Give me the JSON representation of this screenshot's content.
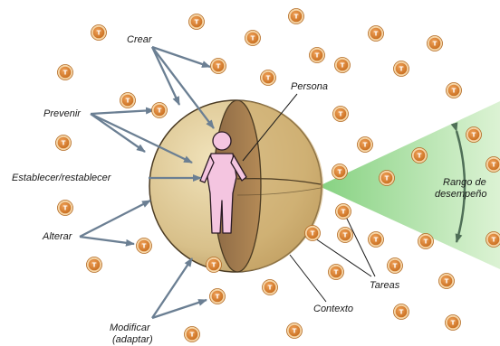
{
  "labels": {
    "crear": "Crear",
    "prevenir": "Prevenir",
    "establecer": "Establecer/restablecer",
    "alterar": "Alterar",
    "modificar_1": "Modificar",
    "modificar_2": "(adaptar)",
    "persona": "Persona",
    "contexto": "Contexto",
    "tareas": "Tareas",
    "rango_1": "Rango de",
    "rango_2": "desempeño"
  },
  "token_letter": "T",
  "colors": {
    "token_fill": "#d9822b",
    "token_ring": "#f6d6a8",
    "sphere_light": "#e5d3a0",
    "sphere_dark": "#a87e50",
    "person_fill": "#f4c5e0",
    "arrow": "#6b7f93",
    "cone": "#b9e3a8"
  }
}
